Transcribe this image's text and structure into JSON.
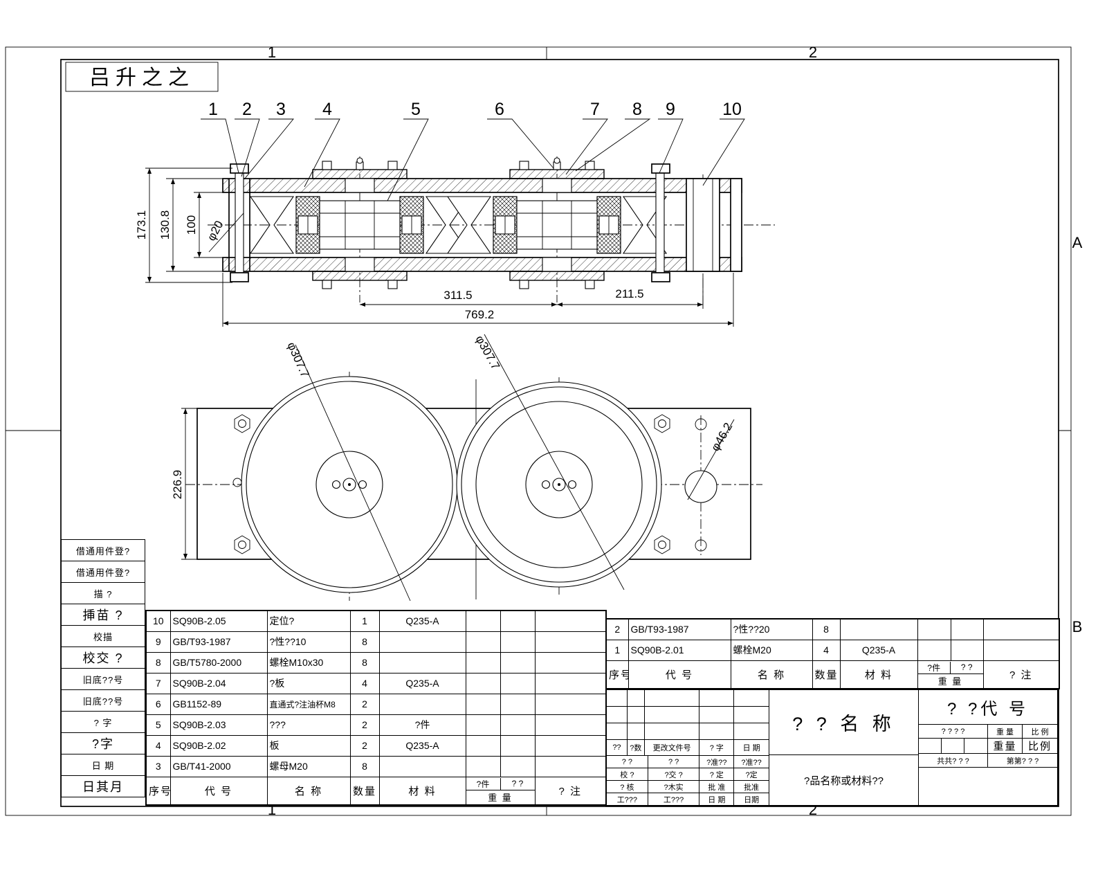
{
  "frame": {
    "zone_top_1": "1",
    "zone_top_2": "2",
    "zone_bottom_1": "1",
    "zone_bottom_2": "2",
    "zone_a": "A",
    "zone_b": "B"
  },
  "stamp": {
    "text": "吕升之之"
  },
  "balloons": {
    "b1": "1",
    "b2": "2",
    "b3": "3",
    "b4": "4",
    "b5": "5",
    "b6": "6",
    "b7": "7",
    "b8": "8",
    "b9": "9",
    "b10": "10"
  },
  "dims": {
    "total_height": "173.1",
    "plate_height": "130.8",
    "inner_height": "100",
    "bolt_dia": "φ20",
    "wheel_spacing": "311.5",
    "end_spacing": "211.5",
    "total_length": "769.2",
    "wheel_dia_left": "φ307.7",
    "wheel_dia_right": "φ307.7",
    "plate_width": "226.9",
    "hole_dia": "φ46.2"
  },
  "left_strip": {
    "items": [
      {
        "label": "借通用件登?"
      },
      {
        "label": "借通用件登?"
      },
      {
        "label": "描  ?"
      },
      {
        "label": "挿苗 ?"
      },
      {
        "label": "校描"
      },
      {
        "label": "校交 ?"
      },
      {
        "label": "旧底??号"
      },
      {
        "label": "旧底??号"
      },
      {
        "label": "?  字"
      },
      {
        "label": "?字"
      },
      {
        "label": "日  期"
      },
      {
        "label": "日其月"
      }
    ]
  },
  "bom": {
    "headers": {
      "no": "序号",
      "code": "代    号",
      "name": "名    称",
      "qty": "数量",
      "material": "材    料",
      "unit": "?件",
      "total": "? ?",
      "weight": "重  量",
      "remark": "?    注"
    },
    "rows": [
      {
        "no": "10",
        "code": "SQ90B-2.05",
        "name": "定位?",
        "qty": "1",
        "material": "Q235-A",
        "u": "",
        "t": "",
        "remark": ""
      },
      {
        "no": "9",
        "code": "GB/T93-1987",
        "name": "?性??10",
        "qty": "8",
        "material": "",
        "u": "",
        "t": "",
        "remark": ""
      },
      {
        "no": "8",
        "code": "GB/T5780-2000",
        "name": "螺栓M10x30",
        "qty": "8",
        "material": "",
        "u": "",
        "t": "",
        "remark": ""
      },
      {
        "no": "7",
        "code": "SQ90B-2.04",
        "name": "?板",
        "qty": "4",
        "material": "Q235-A",
        "u": "",
        "t": "",
        "remark": ""
      },
      {
        "no": "6",
        "code": "GB1152-89",
        "name": "直通式?注油杯M8",
        "qty": "2",
        "material": "",
        "u": "",
        "t": "",
        "remark": ""
      },
      {
        "no": "5",
        "code": "SQ90B-2.03",
        "name": "???",
        "qty": "2",
        "material": "?件",
        "u": "",
        "t": "",
        "remark": ""
      },
      {
        "no": "4",
        "code": "SQ90B-2.02",
        "name": "板",
        "qty": "2",
        "material": "Q235-A",
        "u": "",
        "t": "",
        "remark": ""
      },
      {
        "no": "3",
        "code": "GB/T41-2000",
        "name": "螺母M20",
        "qty": "8",
        "material": "",
        "u": "",
        "t": "",
        "remark": ""
      }
    ]
  },
  "bom2": {
    "headers": {
      "no": "序号",
      "code": "代    号",
      "name": "名    称",
      "qty": "数量",
      "material": "材    料",
      "unit": "?件",
      "total": "? ?",
      "weight": "重 量",
      "remark": "?    注"
    },
    "rows": [
      {
        "no": "2",
        "code": "GB/T93-1987",
        "name": "?性??20",
        "qty": "8",
        "material": "",
        "u": "",
        "t": "",
        "remark": ""
      },
      {
        "no": "1",
        "code": "SQ90B-2.01",
        "name": "螺栓M20",
        "qty": "4",
        "material": "Q235-A",
        "u": "",
        "t": "",
        "remark": ""
      }
    ]
  },
  "title_block": {
    "change_row": {
      "c1": "??",
      "c2": "?数",
      "c3": "更改文件号",
      "c4": "? 字",
      "c5": "日 期"
    },
    "sign_rows": [
      {
        "a": "? ?",
        "b": "? ?",
        "c": "?准??",
        "d": "?准??"
      },
      {
        "a": "校 ?",
        "b": "?交 ?",
        "c": "? 定",
        "d": "?定"
      },
      {
        "a": "? 核",
        "b": "?木实",
        "c": "批 准",
        "d": "批准"
      },
      {
        "a": "工???",
        "b": "工???",
        "c": "日 期",
        "d": "日期"
      }
    ],
    "name_large": "? ? 名 称",
    "product_note": "?品名称或材料??",
    "code_large": "? ?代 号",
    "code_sub": "? ? ? ?",
    "weight_label": "重 量",
    "scale_label": "比 例",
    "weight_big": "重量",
    "scale_big": "比例",
    "sheets_total": "共共? ? ?",
    "sheet_no": "第第? ? ?"
  }
}
